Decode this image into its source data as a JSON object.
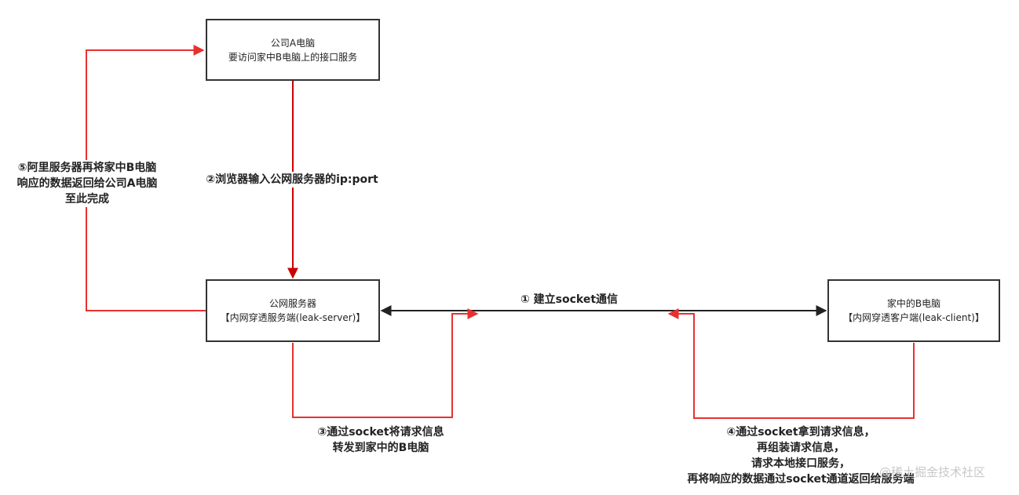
{
  "nodes": {
    "company_pc": {
      "line1": "公司A电脑",
      "line2": "要访问家中B电脑上的接口服务"
    },
    "public_server": {
      "line1": "公网服务器",
      "line2": "【内网穿透服务端(leak-server)】"
    },
    "home_pc": {
      "line1": "家中的B电脑",
      "line2": "【内网穿透客户端(leak-client)】"
    }
  },
  "steps": {
    "step1": [
      "① 建立socket通信"
    ],
    "step2": [
      "②浏览器输入公网服务器的ip:port"
    ],
    "step3": [
      "③通过socket将请求信息",
      "转发到家中的B电脑"
    ],
    "step4": [
      "④通过socket拿到请求信息，",
      "再组装请求信息，",
      "请求本地接口服务，",
      "再将响应的数据通过socket通道返回给服务端"
    ],
    "step5": [
      "⑤阿里服务器再将家中B电脑",
      "响应的数据返回给公司A电脑",
      "至此完成"
    ]
  },
  "watermark": "@稀土掘金技术社区",
  "colors": {
    "red": "#e8312f",
    "dark_red": "#cc0000",
    "black": "#222222",
    "border": "#333333"
  }
}
